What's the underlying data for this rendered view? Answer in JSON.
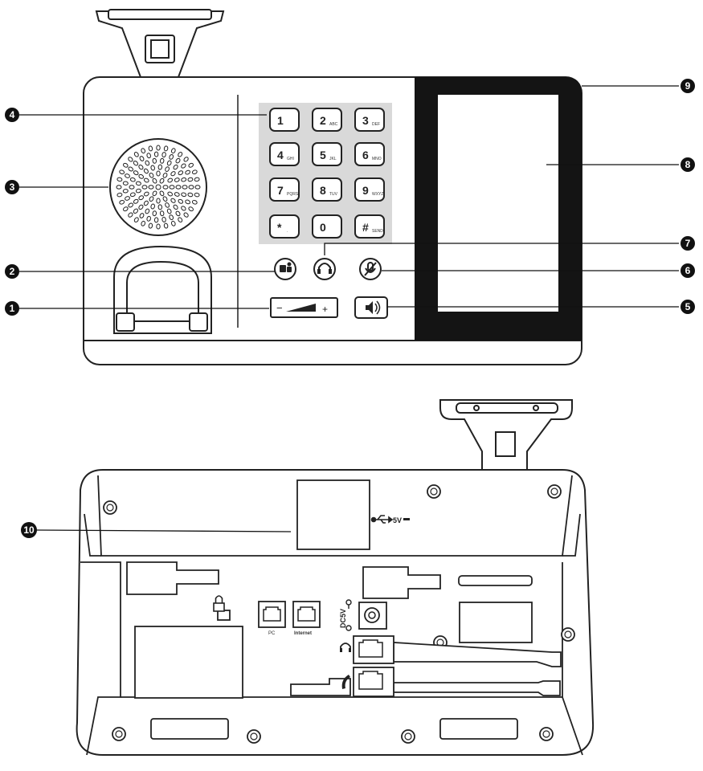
{
  "callouts": [
    {
      "id": "1",
      "label": "1"
    },
    {
      "id": "2",
      "label": "2"
    },
    {
      "id": "3",
      "label": "3"
    },
    {
      "id": "4",
      "label": "4"
    },
    {
      "id": "5",
      "label": "5"
    },
    {
      "id": "6",
      "label": "6"
    },
    {
      "id": "7",
      "label": "7"
    },
    {
      "id": "8",
      "label": "8"
    },
    {
      "id": "9",
      "label": "9"
    },
    {
      "id": "10",
      "label": "10"
    }
  ],
  "keypad": [
    {
      "main": "1",
      "sub": ""
    },
    {
      "main": "2",
      "sub": "ABC"
    },
    {
      "main": "3",
      "sub": "DEF"
    },
    {
      "main": "4",
      "sub": "GHI"
    },
    {
      "main": "5",
      "sub": "JKL"
    },
    {
      "main": "6",
      "sub": "MNO"
    },
    {
      "main": "7",
      "sub": "PQRS"
    },
    {
      "main": "8",
      "sub": "TUV"
    },
    {
      "main": "9",
      "sub": "WXYZ"
    },
    {
      "main": "*",
      "sub": "."
    },
    {
      "main": "0",
      "sub": ""
    },
    {
      "main": "#",
      "sub": "SEND"
    }
  ],
  "volume": {
    "minus": "−",
    "plus": "+"
  },
  "rear": {
    "usb_label": "5V",
    "dc_label": "DC5V",
    "port_pc": "PC",
    "port_internet": "Internet"
  },
  "icons": {
    "teams": "teams-icon",
    "headset": "headset-icon",
    "mute": "mute-icon",
    "speaker": "speaker-icon",
    "usb": "usb-icon",
    "lock": "lock-icon",
    "handset": "handset-icon"
  }
}
